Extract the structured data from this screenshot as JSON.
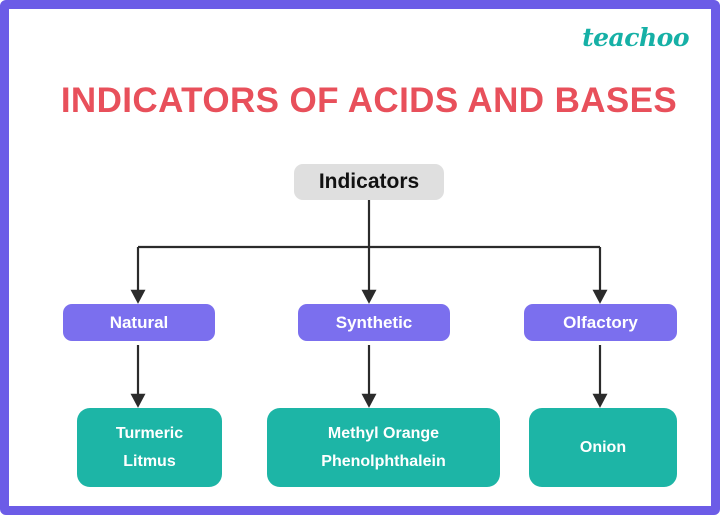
{
  "brand": {
    "name": "teachoo"
  },
  "page": {
    "title": "INDICATORS OF ACIDS AND BASES",
    "border_color": "#6C5CE7",
    "title_color": "#E8505B",
    "brand_color": "#16B0A6"
  },
  "diagram": {
    "type": "tree",
    "root": {
      "label": "Indicators",
      "fill": "#DFDFDF",
      "text_color": "#111111"
    },
    "level2_fill": "#7B6FEE",
    "level3_fill": "#1DB5A6",
    "branches": [
      {
        "label": "Natural",
        "leaf_lines": [
          "Turmeric",
          "Litmus"
        ]
      },
      {
        "label": "Synthetic",
        "leaf_lines": [
          "Methyl Orange",
          "Phenolphthalein"
        ]
      },
      {
        "label": "Olfactory",
        "leaf_lines": [
          "Onion"
        ]
      }
    ],
    "connector_color": "#2B2B2B"
  }
}
